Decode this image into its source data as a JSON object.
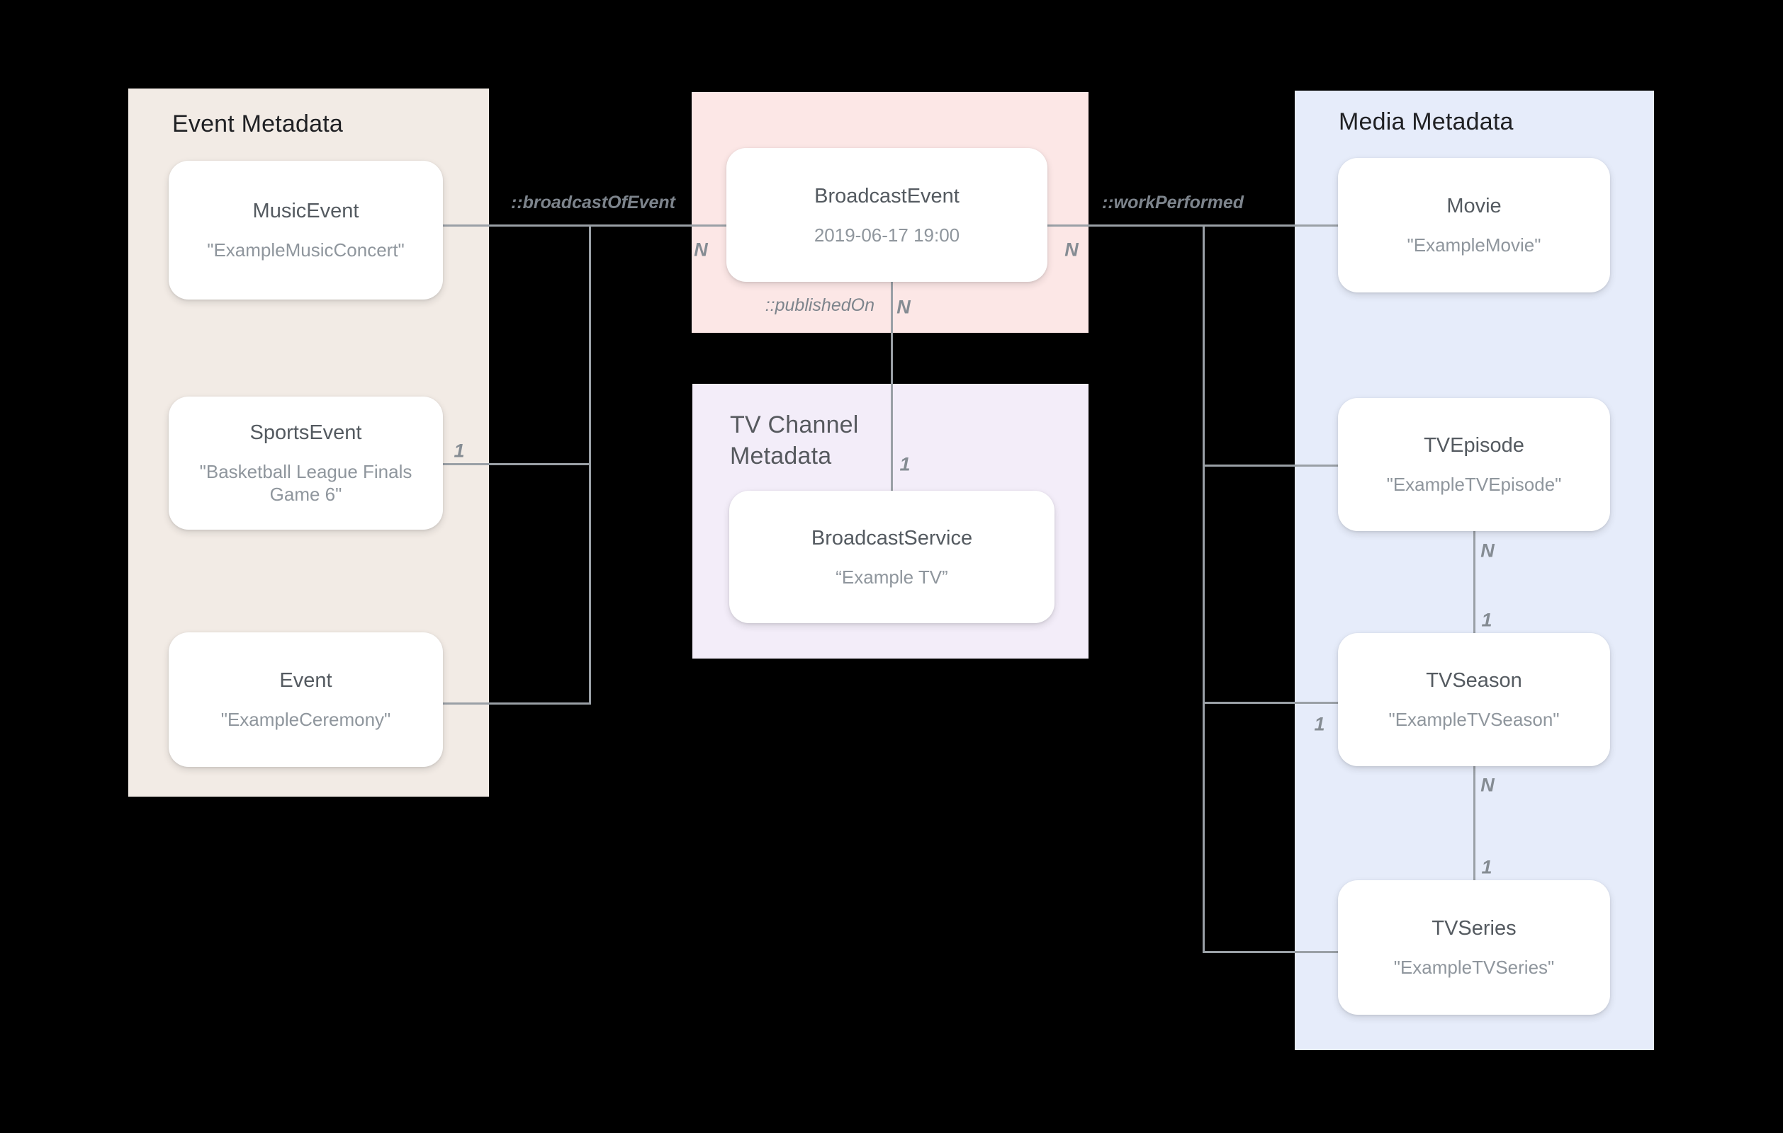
{
  "panels": {
    "event": {
      "title": "Event Metadata"
    },
    "channel": {
      "title": "TV Channel Metadata"
    },
    "media": {
      "title": "Media Metadata"
    }
  },
  "nodes": {
    "music_event": {
      "title": "MusicEvent",
      "subtitle": "\"ExampleMusicConcert\""
    },
    "sports_event": {
      "title": "SportsEvent",
      "subtitle": "\"Basketball League Finals Game 6\""
    },
    "event": {
      "title": "Event",
      "subtitle": "\"ExampleCeremony\""
    },
    "broadcast_event": {
      "title": "BroadcastEvent",
      "subtitle": "2019-06-17 19:00"
    },
    "broadcast_service": {
      "title": "BroadcastService",
      "subtitle": "“Example TV”"
    },
    "movie": {
      "title": "Movie",
      "subtitle": "\"ExampleMovie\""
    },
    "tv_episode": {
      "title": "TVEpisode",
      "subtitle": "\"ExampleTVEpisode\""
    },
    "tv_season": {
      "title": "TVSeason",
      "subtitle": "\"ExampleTVSeason\""
    },
    "tv_series": {
      "title": "TVSeries",
      "subtitle": "\"ExampleTVSeries\""
    }
  },
  "relations": {
    "broadcast_of_event": {
      "label": "::broadcastOfEvent"
    },
    "work_performed": {
      "label": "::workPerformed"
    },
    "published_on": {
      "label": "::publishedOn"
    }
  },
  "cardinalities": {
    "broadcast_left_n": "N",
    "broadcast_right_n": "N",
    "published_n": "N",
    "service_1": "1",
    "sports_1": "1",
    "season_left_1": "1",
    "episode_season_n": "N",
    "episode_season_1": "1",
    "season_series_n": "N",
    "season_series_1": "1"
  },
  "colors": {
    "background": "#000000",
    "event_panel": "#f2ebe5",
    "broadcast_panel": "#fce7e6",
    "channel_panel": "#f3edf9",
    "media_panel": "#e6ecfa",
    "connector_line": "#9aa0a6",
    "node_title_text": "#545a60",
    "node_sub_text": "#8f969d"
  }
}
